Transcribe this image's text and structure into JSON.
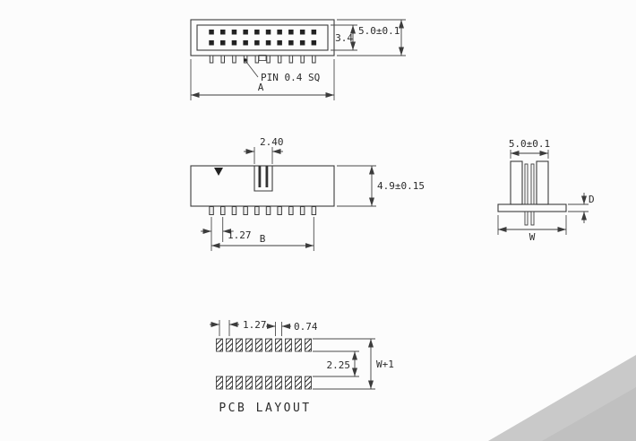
{
  "drawing": {
    "background": "#fcfcfc",
    "line_color": "#3c3c3c",
    "top_view": {
      "dim_inner": "3.4",
      "dim_outer": "5.0±0.1",
      "pin_callout": "PIN 0.4 SQ",
      "dim_width": "A"
    },
    "front_view": {
      "dim_notch": "2.40",
      "dim_height": "4.9±0.15",
      "dim_pitch": "1.27",
      "dim_span": "B"
    },
    "side_view": {
      "dim_top": "5.0±0.1",
      "dim_tail": "D",
      "dim_width": "W"
    },
    "pcb_layout": {
      "dim_pitch": "1.27",
      "dim_pad_width": "0.74",
      "dim_row_offset": "2.25",
      "dim_span": "W+1",
      "caption": "PCB LAYOUT"
    }
  }
}
